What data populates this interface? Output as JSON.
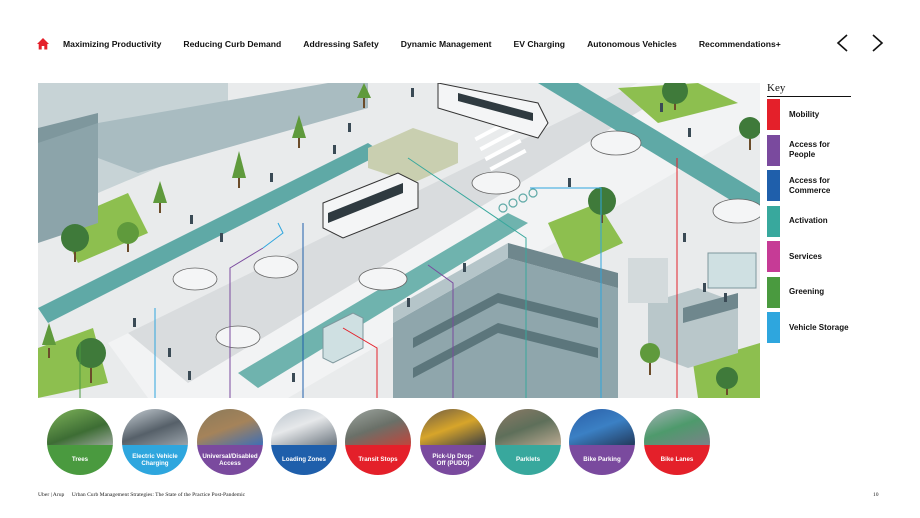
{
  "nav": {
    "home_icon": "home-icon",
    "items": [
      "Maximizing Productivity",
      "Reducing Curb Demand",
      "Addressing Safety",
      "Dynamic Management",
      "EV Charging",
      "Autonomous Vehicles",
      "Recommendations+"
    ],
    "prev_icon": "chevron-left-icon",
    "next_icon": "chevron-right-icon",
    "accent": "#e4202a"
  },
  "key": {
    "title": "Key",
    "items": [
      {
        "label": "Mobility",
        "color": "#e4202a"
      },
      {
        "label": "Access for People",
        "color": "#7a4a9e"
      },
      {
        "label": "Access for Commerce",
        "color": "#1f5fab"
      },
      {
        "label": "Activation",
        "color": "#38a89d"
      },
      {
        "label": "Services",
        "color": "#c63b96"
      },
      {
        "label": "Greening",
        "color": "#4a9a3f"
      },
      {
        "label": "Vehicle Storage",
        "color": "#2ea6de"
      }
    ]
  },
  "circles": [
    {
      "label": "Trees",
      "color": "#4a9a3f"
    },
    {
      "label": "Electric Vehicle Charging",
      "color": "#2ea6de"
    },
    {
      "label": "Universal/Disabled Access",
      "color": "#7a4a9e"
    },
    {
      "label": "Loading Zones",
      "color": "#1f5fab"
    },
    {
      "label": "Transit Stops",
      "color": "#e4202a"
    },
    {
      "label": "Pick-Up Drop-Off (PUDO)",
      "color": "#7a4a9e"
    },
    {
      "label": "Parklets",
      "color": "#38a89d"
    },
    {
      "label": "Bike Parking",
      "color": "#7a4a9e"
    },
    {
      "label": "Bike Lanes",
      "color": "#e4202a"
    }
  ],
  "footer": {
    "org": "Uber | Arup",
    "title": "Urban Curb Management Strategies: The State of the Practice Post-Pandemic",
    "page": "10"
  }
}
